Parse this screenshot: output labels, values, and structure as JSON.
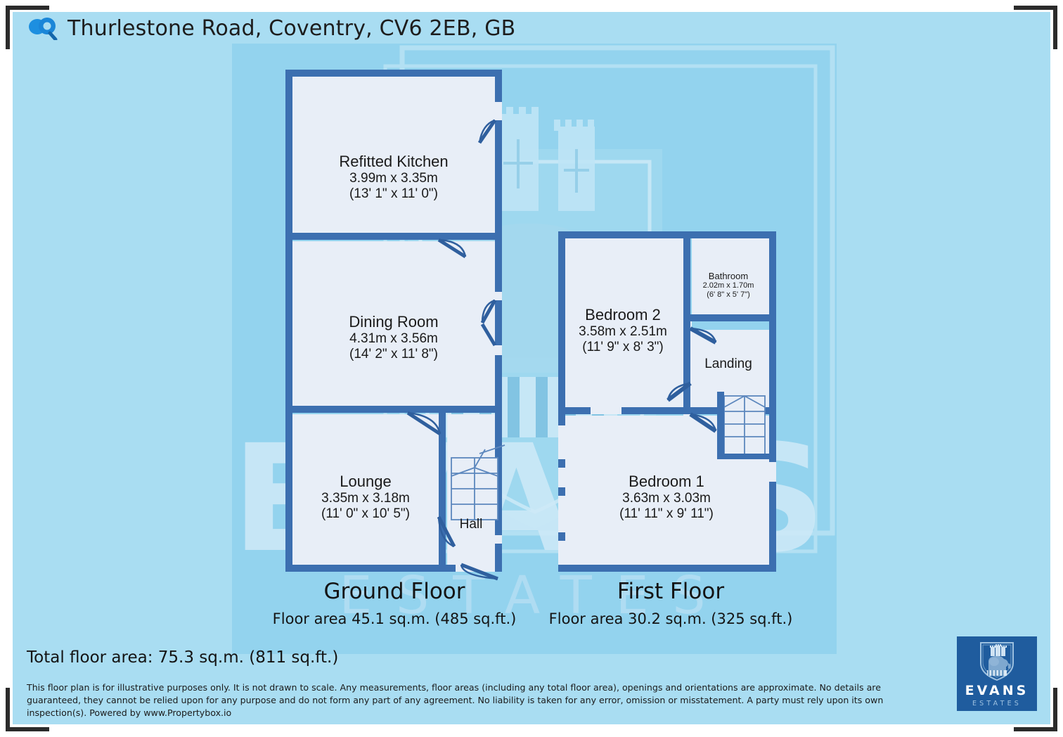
{
  "header": {
    "icon": "magnifier-location-icon",
    "address": "Thurlestone Road, Coventry, CV6 2EB, GB"
  },
  "colors": {
    "sheet_bg": "#a9ddf2",
    "plan_tint": "#93d3ee",
    "wall": "#3c6fb0",
    "wall_dark": "#2f5f9e",
    "room_fill": "#e8eef7",
    "door_stroke": "#2f5f9e",
    "brand": "#1f5c9e",
    "frame": "#2b2b2b"
  },
  "floors": [
    {
      "id": "ground",
      "title": "Ground Floor",
      "area": "Floor area 45.1 sq.m. (485 sq.ft.)",
      "rooms": [
        {
          "name": "Refitted Kitchen",
          "metric": "3.99m x 3.35m",
          "imperial": "(13' 1\" x 11' 0\")"
        },
        {
          "name": "Dining Room",
          "metric": "4.31m x 3.56m",
          "imperial": "(14' 2\" x 11' 8\")"
        },
        {
          "name": "Lounge",
          "metric": "3.35m x 3.18m",
          "imperial": "(11' 0\" x 10' 5\")"
        },
        {
          "name": "Hall",
          "metric": "",
          "imperial": ""
        }
      ]
    },
    {
      "id": "first",
      "title": "First Floor",
      "area": "Floor area 30.2 sq.m. (325 sq.ft.)",
      "rooms": [
        {
          "name": "Bedroom 2",
          "metric": "3.58m x 2.51m",
          "imperial": "(11' 9\" x 8' 3\")"
        },
        {
          "name": "Bathroom",
          "metric": "2.02m x 1.70m",
          "imperial": "(6' 8\" x 5' 7\")"
        },
        {
          "name": "Landing",
          "metric": "",
          "imperial": ""
        },
        {
          "name": "Bedroom 1",
          "metric": "3.63m x 3.03m",
          "imperial": "(11' 11\" x 9' 11\")"
        }
      ]
    }
  ],
  "total_area": "Total floor area: 75.3 sq.m. (811 sq.ft.)",
  "disclaimer": "This floor plan is for illustrative purposes only. It is not drawn to scale. Any measurements, floor areas (including any total floor area), openings and orientations are approximate. No details are guaranteed, they cannot be relied upon for any purpose and do not form any part of any agreement. No liability is taken for any error, omission or misstatement. A party must rely upon its own inspection(s). Powered by www.Propertybox.io",
  "brand": {
    "name": "EVANS",
    "subtitle": "ESTATES",
    "emblem": "shield-elephant-castle-icon"
  },
  "watermark": {
    "name": "EVANS",
    "subtitle": "ESTATES",
    "emblem": "shield-elephant-castle-watermark"
  }
}
